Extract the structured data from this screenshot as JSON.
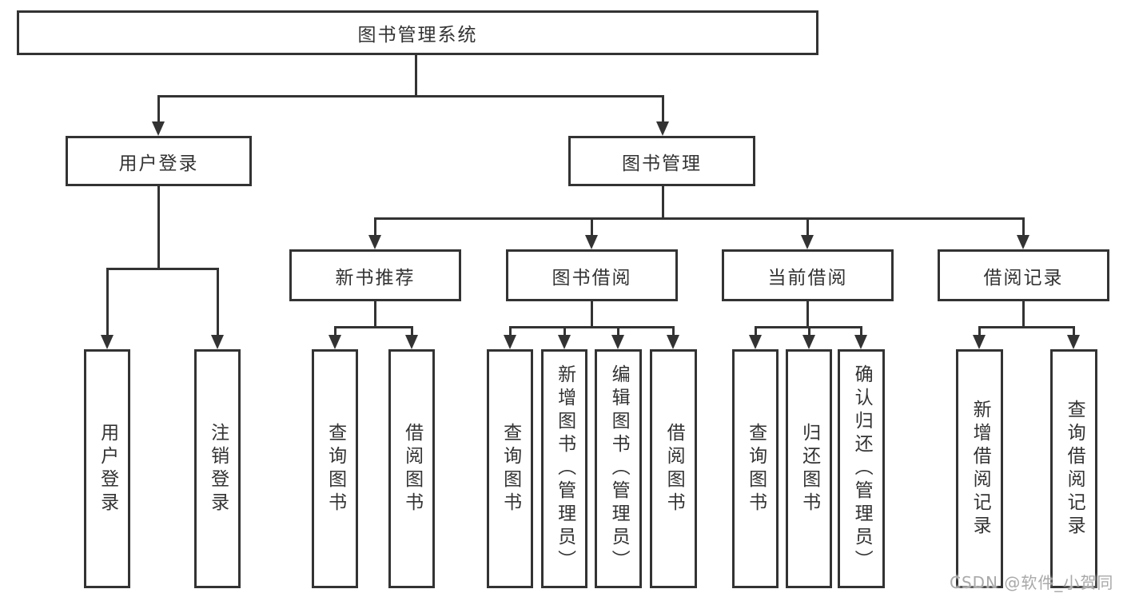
{
  "tree": {
    "root": "图书管理系统",
    "level2": {
      "user_login": "用户登录",
      "book_management": "图书管理"
    },
    "level3": {
      "new_book_recommend": "新书推荐",
      "book_borrow": "图书借阅",
      "current_borrow": "当前借阅",
      "borrow_records": "借阅记录"
    },
    "leaves": {
      "user_login": [
        "用户登录",
        "注销登录"
      ],
      "new_book_recommend": [
        "查询图书",
        "借阅图书"
      ],
      "book_borrow": [
        "查询图书",
        "新增图书（管理员）",
        "编辑图书（管理员）",
        "借阅图书"
      ],
      "current_borrow": [
        "查询图书",
        "归还图书",
        "确认归还（管理员）"
      ],
      "borrow_records": [
        "新增借阅记录",
        "查询借阅记录"
      ]
    }
  },
  "watermark": "CSDN @软件_小贺同学",
  "colors": {
    "line": "#333333",
    "background": "#ffffff",
    "watermark": "#a9a9a9"
  }
}
